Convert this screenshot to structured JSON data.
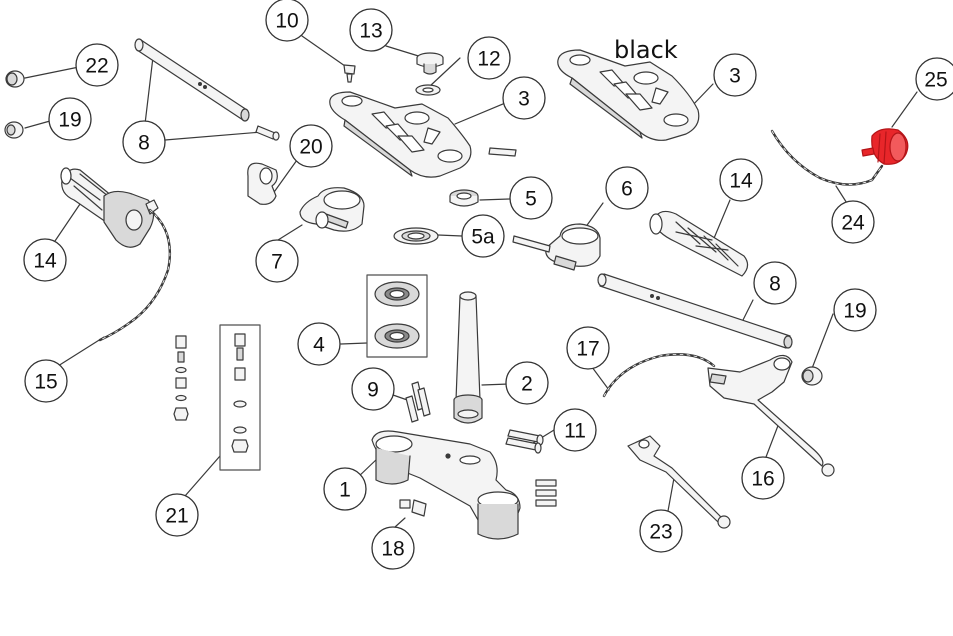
{
  "diagram": {
    "colors": {
      "line": "#3a3a3a",
      "fill_light": "#f4f4f4",
      "fill_mid": "#d9d9d9",
      "fill_dark": "#8a8a8a",
      "highlight": "#e8262a"
    },
    "note_black": "black",
    "callouts": {
      "c10": "10",
      "c13": "13",
      "c12": "12",
      "c3a": "3",
      "c3b": "3",
      "c22": "22",
      "c19a": "19",
      "c8a": "8",
      "c20": "20",
      "c25": "25",
      "c24": "24",
      "c14a": "14",
      "c14b": "14",
      "c5": "5",
      "c6": "6",
      "c7": "7",
      "c5a": "5a",
      "c8b": "8",
      "c19b": "19",
      "c4": "4",
      "c15": "15",
      "c17": "17",
      "c2": "2",
      "c9": "9",
      "c11": "11",
      "c21": "21",
      "c16": "16",
      "c1": "1",
      "c18": "18",
      "c23": "23"
    }
  }
}
